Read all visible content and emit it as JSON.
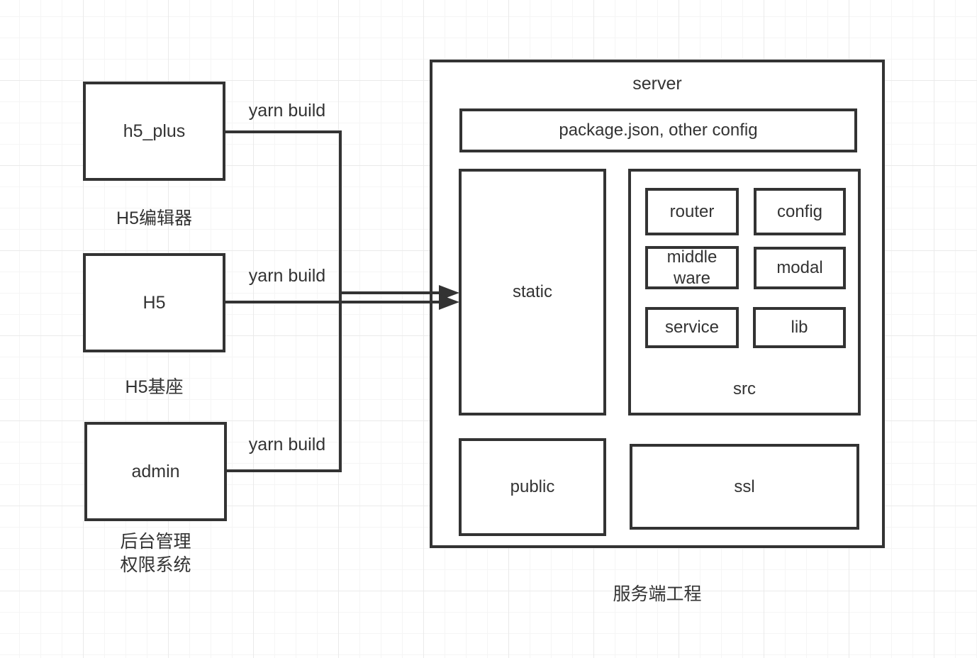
{
  "nodes": {
    "h5_plus": {
      "label": "h5_plus",
      "caption": "H5编辑器"
    },
    "h5": {
      "label": "H5",
      "caption": "H5基座"
    },
    "admin": {
      "label": "admin",
      "caption_line1": "后台管理",
      "caption_line2": "权限系统"
    }
  },
  "edges": [
    {
      "from": "h5_plus",
      "to": "static",
      "label": "yarn build"
    },
    {
      "from": "H5",
      "to": "static",
      "label": "yarn build"
    },
    {
      "from": "admin",
      "to": "static",
      "label": "yarn build"
    }
  ],
  "server": {
    "title": "server",
    "config_bar_label": "package.json, other config",
    "static_label": "static",
    "src": {
      "label": "src",
      "modules": [
        "router",
        "config",
        "middle ware",
        "modal",
        "service",
        "lib"
      ]
    },
    "public_label": "public",
    "ssl_label": "ssl",
    "caption": "服务端工程"
  },
  "colors": {
    "stroke": "#333333",
    "text": "#333333",
    "canvas_background": "#ffffff",
    "grid_minor": "#f5f5f5",
    "grid_major": "#eaeaea"
  }
}
